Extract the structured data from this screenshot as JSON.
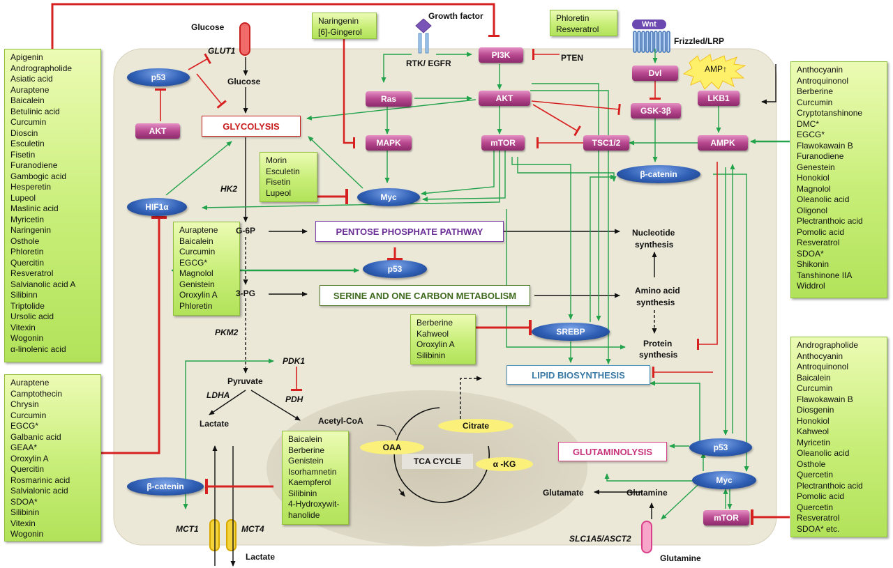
{
  "colors": {
    "inhibit": "#d72020",
    "activate": "#22a24a",
    "cell_fill": "#ebe8d8",
    "enzyme_pink": "#b8488f",
    "oval_blue": "#2f5fb5",
    "green_box": "#c7ee77"
  },
  "compound_lists": {
    "left_top": [
      "Apigenin",
      "Andrographolide",
      "Asiatic acid",
      "Auraptene",
      "Baicalein",
      "Betulinic acid",
      "Curcumin",
      "Dioscin",
      "Esculetin",
      "Fisetin",
      "Furanodiene",
      "Gambogic acid",
      "Hesperetin",
      "Lupeol",
      "Maslinic acid",
      "Myricetin",
      "Naringenin",
      "Osthole",
      "Phloretin",
      "Quercitin",
      "Resveratrol",
      "Salvianolic acid A",
      "Silibinn",
      "Triptolide",
      "Ursolic acid",
      "Vitexin",
      "Wogonin",
      "α-linolenic acid"
    ],
    "left_bottom": [
      "Auraptene",
      "Camptothecin",
      "Chrysin",
      "Curcumin",
      "EGCG*",
      "Galbanic acid",
      "GEAA*",
      "Oroxylin A",
      "Quercitin",
      "Rosmarinic acid",
      "Salvialonic acid",
      "SDOA*",
      "Silibinin",
      "Vitexin",
      "Wogonin"
    ],
    "top_naringenin": [
      "Naringenin",
      "[6]-Gingerol"
    ],
    "top_phloretin": [
      "Phloretin",
      "Resveratrol"
    ],
    "morin": [
      "Morin",
      "Esculetin",
      "Fisetin",
      "Lupeol"
    ],
    "auraptene_mid": [
      "Auraptene",
      "Baicalein",
      "Curcumin",
      "EGCG*",
      "Magnolol",
      "Genistein",
      "Oroxylin A",
      "Phloretin"
    ],
    "berberine_mid": [
      "Berberine",
      "Kahweol",
      "Oroxylin A",
      "Silibinin"
    ],
    "baicalein_bottom": [
      "Baicalein",
      "Berberine",
      "Genistein",
      "Isorhamnetin",
      "Kaempferol",
      "Silibinin",
      "4-Hydroxywit-",
      "hanolide"
    ],
    "right_top": [
      "Anthocyanin",
      "Antroquinonol",
      "Berberine",
      "Curcumin",
      "Cryptotanshinone",
      "DMC*",
      "EGCG*",
      "Flawokawain B",
      "Furanodiene",
      "Genestein",
      "Honokiol",
      "Magnolol",
      "Oleanolic acid",
      "Oligonol",
      "Plectranthoic acid",
      "Pomolic acid",
      "Resveratrol",
      "SDOA*",
      "Shikonin",
      "Tanshinone IIA",
      "Widdrol"
    ],
    "right_bottom": [
      "Andrographolide",
      "Anthocyanin",
      "Antroquinonol",
      "Baicalein",
      "Curcumin",
      "Flawokawain B",
      "Diosgenin",
      "Honokiol",
      "Kahweol",
      "Myricetin",
      "Oleanolic acid",
      "Osthole",
      "Quercetin",
      "Plectranthoic acid",
      "Pomolic acid",
      "Quercetin",
      "Resveratrol",
      "SDOA* etc."
    ]
  },
  "enzymes": {
    "pi3k": "PI3K",
    "akt": "AKT",
    "ras": "Ras",
    "mapk": "MAPK",
    "mtor": "mTOR",
    "tsc": "TSC1/2",
    "dvl": "Dvl",
    "gsk": "GSK-3β",
    "lkb1": "LKB1",
    "ampk": "AMPK",
    "akt_left": "AKT",
    "mtor_bottom": "mTOR"
  },
  "ovals": {
    "p53_top": "p53",
    "hif1a": "HIF1α",
    "myc_mid": "Myc",
    "beta_catenin_right": "β-catenin",
    "p53_mid": "p53",
    "srebp": "SREBP",
    "p53_right": "p53",
    "myc_right": "Myc",
    "beta_catenin_left": "β-catenin"
  },
  "pathways": {
    "glycolysis": "GLYCOLYSIS",
    "ppp": "PENTOSE PHOSPHATE PATHWAY",
    "serine": "SERINE AND ONE CARBON METABOLISM",
    "lipid": "LIPID BIOSYNTHESIS",
    "glutaminolysis": "GLUTAMINOLYSIS",
    "tca": "TCA CYCLE"
  },
  "tca_ovals": {
    "citrate": "Citrate",
    "oaa": "OAA",
    "akg": "α -KG"
  },
  "labels": {
    "glucose_out": "Glucose",
    "glut1": "GLUT1",
    "glucose_in": "Glucose",
    "growth_factor": "Growth factor",
    "rtk": "RTK/ EGFR",
    "pten": "PTEN",
    "wnt": "Wnt",
    "frizzled": "Frizzled/LRP",
    "amp": "AMP↑",
    "hk2": "HK2",
    "g6p": "G-6P",
    "pg3": "3-PG",
    "pkm2": "PKM2",
    "pdk1": "PDK1",
    "pdh": "PDH",
    "pyruvate": "Pyruvate",
    "ldha": "LDHA",
    "lactate_in": "Lactate",
    "acetyl": "Acetyl-CoA",
    "nucleotide1": "Nucleotide",
    "nucleotide2": "synthesis",
    "amino1": "Amino acid",
    "amino2": "synthesis",
    "protein1": "Protein",
    "protein2": "synthesis",
    "glutamate": "Glutamate",
    "glutamine_in": "Glutamine",
    "slc": "SLC1A5/ASCT2",
    "glutamine_out": "Glutamine",
    "mct1": "MCT1",
    "mct4": "MCT4",
    "lactate_out": "Lactate"
  }
}
